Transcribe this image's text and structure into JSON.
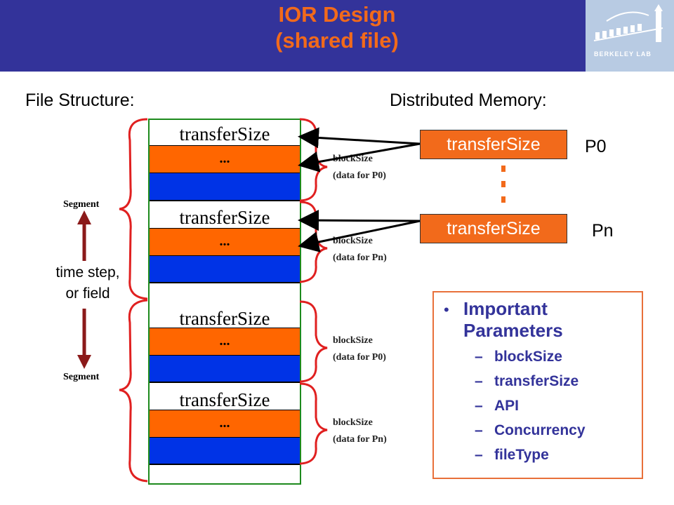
{
  "title": {
    "line1": "IOR Design",
    "line2": "(shared file)"
  },
  "logo": {
    "text": "BERKELEY LAB",
    "icon": "berkeley-lab-logo"
  },
  "headings": {
    "file_structure": "File Structure:",
    "distributed_memory": "Distributed Memory:"
  },
  "file_groups": [
    {
      "transfer_label": "transferSize",
      "dots": "...",
      "block_label_1": "blockSize",
      "block_label_2": "(data for P0)"
    },
    {
      "transfer_label": "transferSize",
      "dots": "...",
      "block_label_1": "blockSize",
      "block_label_2": "(data for Pn)"
    },
    {
      "transfer_label": "transferSize",
      "dots": "...",
      "block_label_1": "blockSize",
      "block_label_2": "(data for P0)"
    },
    {
      "transfer_label": "transferSize",
      "dots": "...",
      "block_label_1": "blockSize",
      "block_label_2": "(data for Pn)"
    }
  ],
  "memory": [
    {
      "label": "transferSize",
      "process": "P0"
    },
    {
      "label": "transferSize",
      "process": "Pn"
    }
  ],
  "segments": {
    "top": "Segment",
    "bottom": "Segment",
    "axis_label_1": "time step,",
    "axis_label_2": "or field"
  },
  "parameters": {
    "title": "Important Parameters",
    "bullet": "•",
    "dash": "–",
    "items": [
      "blockSize",
      "transferSize",
      "API",
      "Concurrency",
      "fileType"
    ]
  },
  "colors": {
    "header_bg": "#33339a",
    "title": "#f26a1b",
    "orange_band": "#ff6600",
    "blue_band": "#0033e6",
    "file_border": "#1d8a1d",
    "brace": "#e02020",
    "arrow_dark_red": "#8b1a1a",
    "param_text": "#33339a"
  }
}
